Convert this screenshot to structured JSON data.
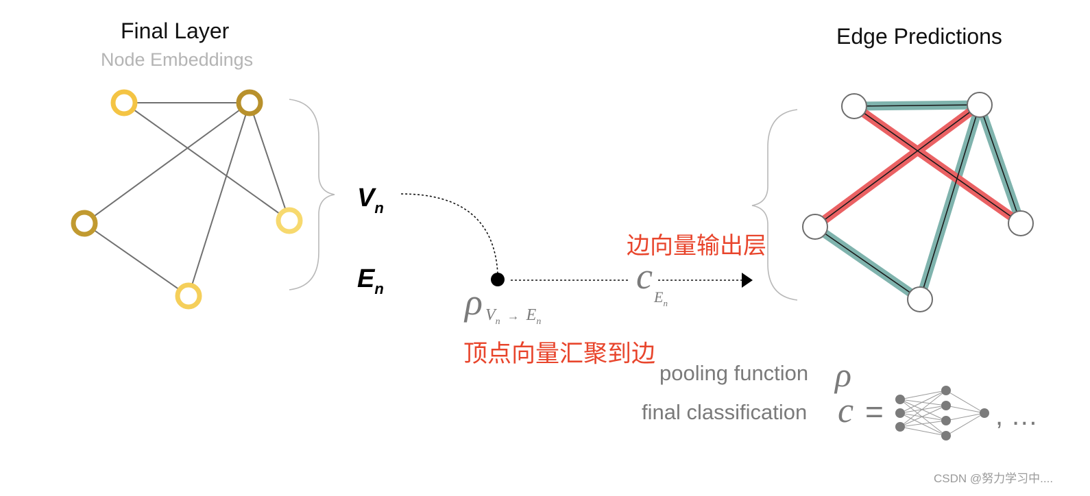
{
  "left_panel": {
    "title": "Final Layer",
    "subtitle": "Node Embeddings"
  },
  "right_panel": {
    "title": "Edge Predictions"
  },
  "symbols": {
    "v_base": "V",
    "v_sub": "n",
    "e_base": "E",
    "e_sub": "n",
    "rho": "ρ",
    "rho_sub_v": "V",
    "rho_sub_v_sub": "n",
    "rho_arrow": "→",
    "rho_sub_e": "E",
    "rho_sub_e_sub": "n",
    "c": "c",
    "c_sub": "E",
    "c_sub_sub": "n"
  },
  "annotations": {
    "edge_output_layer": "边向量输出层",
    "vertex_pool_to_edge": "顶点向量汇聚到边"
  },
  "legend": {
    "pooling_label": "pooling function",
    "pooling_symbol": "ρ",
    "classification_label": "final classification",
    "classification_symbol": "c",
    "equals": "=",
    "trailing": ", …"
  },
  "watermark": "CSDN @努力学习中....",
  "colors": {
    "node_gold_dark": "#c49a2e",
    "node_gold_light": "#f4c94a",
    "node_gold_pale": "#f7d76e",
    "edge_gray": "#6f6f6f",
    "pred_red": "#ea6163",
    "pred_teal": "#7fb3ad",
    "annotation_red": "#e8452c",
    "label_gray": "#777777"
  }
}
